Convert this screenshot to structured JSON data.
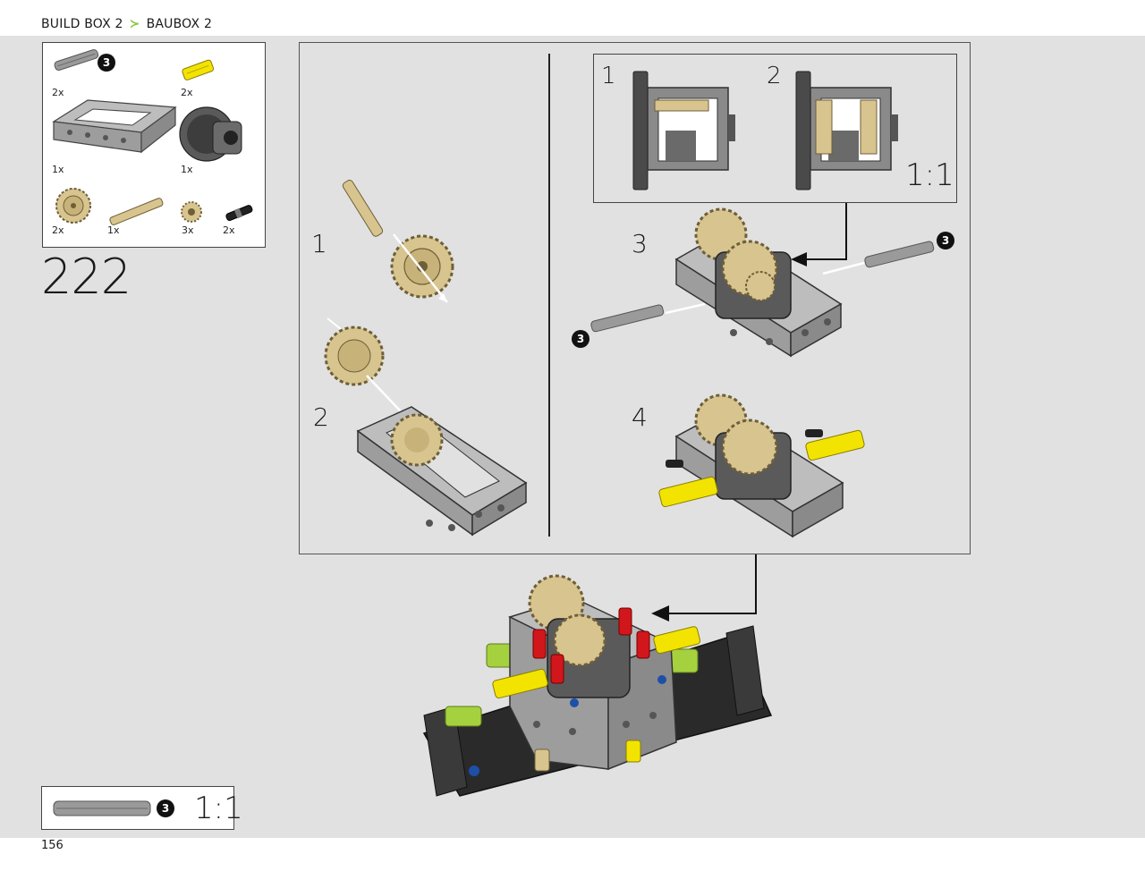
{
  "breadcrumb": {
    "part1": "BUILD BOX 2",
    "part2": "BAUBOX 2"
  },
  "step": {
    "number": "222"
  },
  "page": {
    "number": "156"
  },
  "parts_list": [
    {
      "name": "axle-grey",
      "qty": "2x",
      "badge": "3"
    },
    {
      "name": "axle-connector-yellow",
      "qty": "2x"
    },
    {
      "name": "frame-5x7",
      "qty": "1x"
    },
    {
      "name": "differential",
      "qty": "1x"
    },
    {
      "name": "gear-20-tooth",
      "qty": "2x"
    },
    {
      "name": "axle-tan",
      "qty": "1x"
    },
    {
      "name": "gear-12-tooth",
      "qty": "3x"
    },
    {
      "name": "pin-black",
      "qty": "2x"
    }
  ],
  "substeps": {
    "s1": "1",
    "s2": "2",
    "s3": "3",
    "s4": "4"
  },
  "inset": {
    "v1": "1",
    "v2": "2",
    "scale": "1:1"
  },
  "callout_badges": {
    "axle_right": "3",
    "axle_left": "3"
  },
  "ruler": {
    "badge": "3",
    "scale": "1:1"
  },
  "colors": {
    "accent_green": "#8cc63f",
    "stage_grey": "#e1e1e1",
    "tan": "#d8c48f",
    "frame_grey": "#a8a8a8",
    "dark_grey": "#505050",
    "yellow": "#f2e400",
    "red": "#d1171b",
    "lime": "#a5d13f"
  }
}
